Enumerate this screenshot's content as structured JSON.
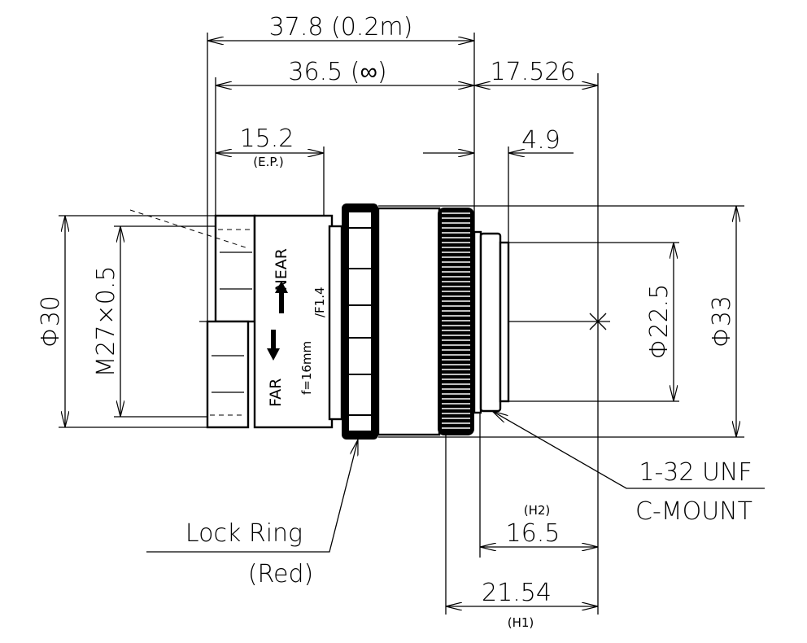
{
  "title": "Lens dimension drawing",
  "dimensions": {
    "overall_near": "37.8 (0.2m)",
    "overall_inf": "36.5 (∞)",
    "back_focus": "17.526",
    "entrance_pupil": "15.2",
    "entrance_pupil_note": "(E.P.)",
    "mount_thread_length": "4.9",
    "front_diameter": "Φ30",
    "filter_thread": "M27×0.5",
    "mount_diameter": "Φ22.5",
    "max_diameter": "Φ33",
    "h2_label": "(H2)",
    "h2": "16.5",
    "h1": "21.54",
    "h1_label": "(H1)"
  },
  "barrel": {
    "far": "FAR",
    "near": "NEAR",
    "focal": "f=16mm",
    "aperture": "/F1.4"
  },
  "callouts": {
    "mount_thread": "1-32 UNF",
    "mount_type": "C-MOUNT",
    "lock_ring": "Lock Ring",
    "lock_ring_color": "(Red)"
  }
}
